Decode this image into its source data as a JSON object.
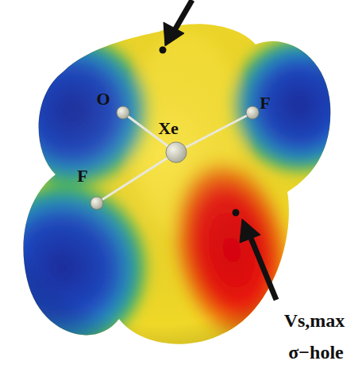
{
  "diagram": {
    "labels": [
      "O",
      "Xe",
      "F",
      "F",
      "Vs,max",
      "σ−hole"
    ]
  }
}
